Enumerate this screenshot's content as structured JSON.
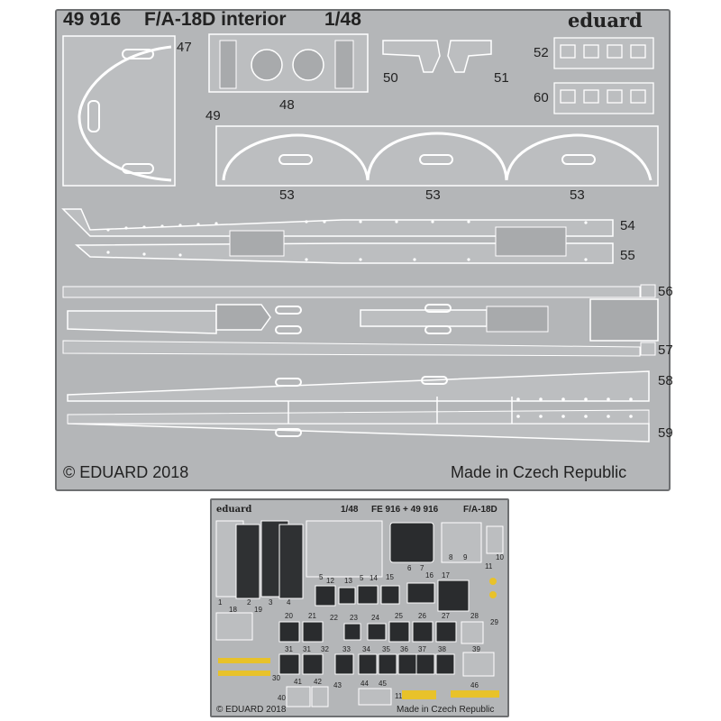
{
  "top_sheet": {
    "code": "49 916",
    "product": "F/A-18D interior",
    "scale": "1/48",
    "brand": "eduard",
    "copyright": "© EDUARD 2018",
    "origin": "Made in Czech Republic",
    "part_numbers": {
      "p47": "47",
      "p48": "48",
      "p49": "49",
      "p50": "50",
      "p51": "51",
      "p52": "52",
      "p60": "60",
      "p53a": "53",
      "p53b": "53",
      "p53c": "53",
      "p54": "54",
      "p55": "55",
      "p56": "56",
      "p57": "57",
      "p58": "58",
      "p59": "59"
    }
  },
  "bottom_sheet": {
    "brand": "eduard",
    "scale": "1/48",
    "codes": "FE 916 + 49 916",
    "product": "F/A-18D",
    "copyright": "© EDUARD 2018",
    "origin": "Made in Czech Republic",
    "part_numbers": [
      "1",
      "2",
      "3",
      "4",
      "5",
      "6",
      "7",
      "8",
      "9",
      "10",
      "11",
      "12",
      "13",
      "5",
      "14",
      "15",
      "16",
      "17",
      "18",
      "19",
      "20",
      "21",
      "22",
      "23",
      "24",
      "25",
      "26",
      "27",
      "28",
      "29",
      "30",
      "31",
      "31",
      "32",
      "33",
      "34",
      "35",
      "36",
      "37",
      "38",
      "39",
      "40",
      "41",
      "42",
      "43",
      "44",
      "45",
      "11",
      "46"
    ]
  },
  "colors": {
    "fret": "#b4b6b8",
    "frame": "#6e7072",
    "part": "#bcbec0",
    "outline": "#ffffff",
    "instrument": "#2a2c2e",
    "yellow": "#e8c22a"
  }
}
